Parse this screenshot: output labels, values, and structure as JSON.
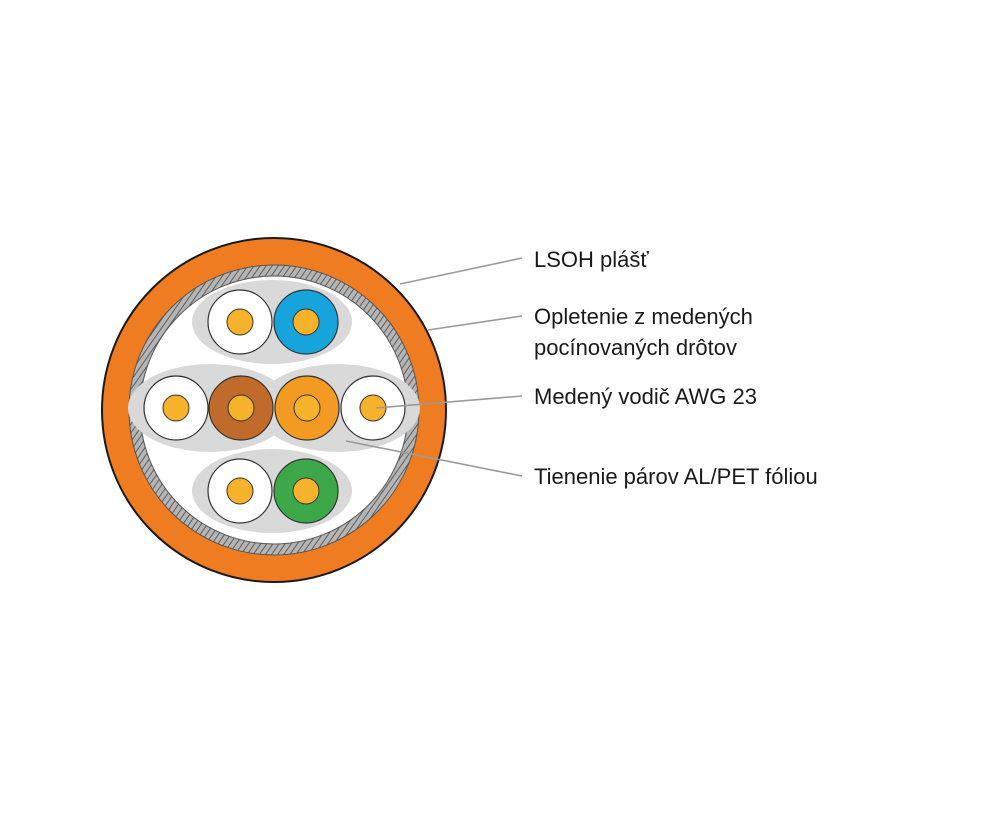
{
  "colors": {
    "jacket": "#f07c22",
    "jacket_outline": "#1a1a1a",
    "braid": "#8c8c8c",
    "foil": "#d9d9d9",
    "insulation_white": "#ffffff",
    "copper": "#f7b22b",
    "pair_blue": "#17a4dd",
    "pair_brown": "#c06a2b",
    "pair_orange": "#f39a23",
    "pair_green": "#3ca84a",
    "leader_line": "#9a9a9a"
  },
  "labels": {
    "jacket": "LSOH plášť",
    "braid_line1": "Opletenie z medených",
    "braid_line2": "pocínovaných drôtov",
    "conductor": "Medený vodič AWG 23",
    "foil": "Tienenie párov AL/PET fóliou"
  },
  "pairs": [
    {
      "name": "blue-pair",
      "color_key": "pair_blue"
    },
    {
      "name": "brown-pair",
      "color_key": "pair_brown"
    },
    {
      "name": "orange-pair",
      "color_key": "pair_orange"
    },
    {
      "name": "green-pair",
      "color_key": "pair_green"
    }
  ]
}
